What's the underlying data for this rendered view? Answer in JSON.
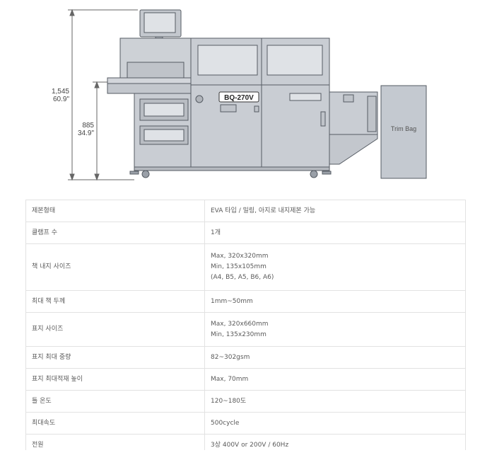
{
  "figure": {
    "dimension_total_mm": "1,545",
    "dimension_total_in": "60.9\"",
    "dimension_table_mm": "885",
    "dimension_table_in": "34.9\"",
    "model_label": "BQ-270V",
    "trim_bag_label": "Trim Bag",
    "colors": {
      "body": "#c9cdd3",
      "outline": "#555b63",
      "panel": "#dfe2e6"
    }
  },
  "specs": [
    {
      "label": "제본형태",
      "value": [
        "EVA 타입 / 밀링, 아지로 내지제본 가능"
      ]
    },
    {
      "label": "클램프 수",
      "value": [
        "1개"
      ]
    },
    {
      "label": "책 내지 사이즈",
      "value": [
        "Max, 320x320mm",
        "Min, 135x105mm",
        "(A4, B5, A5, B6, A6)"
      ]
    },
    {
      "label": "최대 책 두께",
      "value": [
        "1mm~50mm"
      ]
    },
    {
      "label": "표지 사이즈",
      "value": [
        "Max, 320x660mm",
        "Min, 135x230mm"
      ]
    },
    {
      "label": "표지 최대 중량",
      "value": [
        "82~302gsm"
      ]
    },
    {
      "label": "표지 최대적재 높이",
      "value": [
        "Max, 70mm"
      ]
    },
    {
      "label": "틀 온도",
      "value": [
        "120~180도"
      ]
    },
    {
      "label": "최대속도",
      "value": [
        "500cycle"
      ]
    },
    {
      "label": "전원",
      "value": [
        "3상 400V or 200V / 60Hz"
      ]
    }
  ]
}
